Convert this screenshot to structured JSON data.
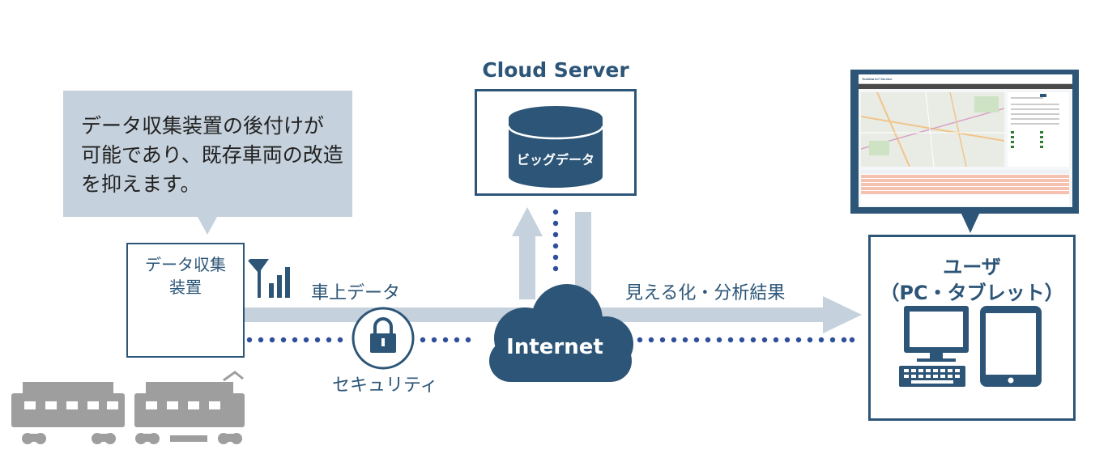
{
  "callout": {
    "text": "データ収集装置の後付けが\n可能であり、既存車両の改造\nを抑えます。"
  },
  "device": {
    "label": "データ収集\n装置"
  },
  "labels": {
    "onboard_data": "車上データ",
    "security": "セキュリティ",
    "visualization": "見える化・分析結果"
  },
  "cloud_server": {
    "title": "Cloud Server",
    "db_label": "ビッグデータ"
  },
  "internet": {
    "label": "Internet"
  },
  "user": {
    "title": "ユーザ\n（PC・タブレット）"
  },
  "screen": {
    "app_title": "Toshiba IoT Service"
  },
  "colors": {
    "primary": "#2c5577",
    "arrow": "#c5d1dc",
    "dots": "#2f4f9a",
    "train": "#9e9e9e"
  }
}
